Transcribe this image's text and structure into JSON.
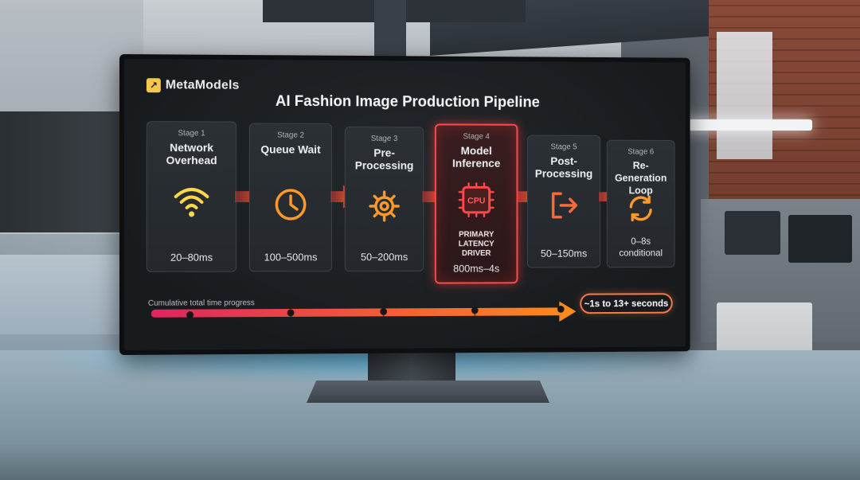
{
  "brand": {
    "name": "MetaModels"
  },
  "title": "AI Fashion Image Production Pipeline",
  "stages": [
    {
      "stage": "Stage 1",
      "name": "Network Overhead",
      "latency": "20–80ms",
      "icon": "wifi-icon"
    },
    {
      "stage": "Stage 2",
      "name": "Queue Wait",
      "latency": "100–500ms",
      "icon": "clock-icon"
    },
    {
      "stage": "Stage 3",
      "name": "Pre-Processing",
      "latency": "50–200ms",
      "icon": "gear-icon"
    },
    {
      "stage": "Stage 4",
      "name": "Model Inference",
      "latency": "800ms–4s",
      "icon": "cpu-icon",
      "icon_text": "CPU",
      "note": "PRIMARY LATENCY DRIVER"
    },
    {
      "stage": "Stage 5",
      "name": "Post-Processing",
      "latency": "50–150ms",
      "icon": "export-icon"
    },
    {
      "stage": "Stage 6",
      "name": "Re-Generation Loop",
      "latency": "0–8s conditional",
      "icon": "refresh-icon"
    }
  ],
  "progress": {
    "label": "Cumulative total time progress",
    "total": "~1s to 13+ seconds"
  },
  "colors": {
    "accent": "#ff6a2a",
    "highlight": "#ff3b3b",
    "gradient_start": "#e0245e",
    "gradient_end": "#ff8c1a"
  }
}
